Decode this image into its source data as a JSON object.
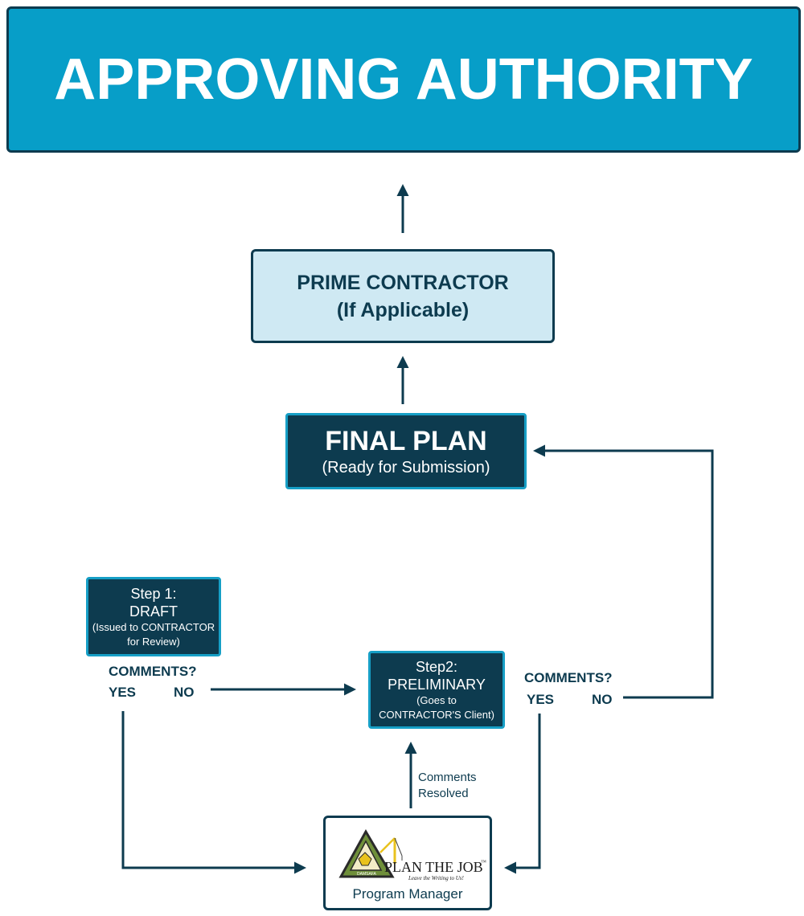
{
  "authority": {
    "title": "APPROVING AUTHORITY"
  },
  "prime": {
    "line1": "PRIME CONTRACTOR",
    "line2": "(If Applicable)"
  },
  "final": {
    "line1": "FINAL PLAN",
    "line2": "(Ready for Submission)"
  },
  "step1": {
    "line1": "Step 1:",
    "line2": "DRAFT",
    "line3": "(Issued to CONTRACTOR",
    "line4": "for Review)"
  },
  "step1_decision": {
    "question": "COMMENTS?",
    "yes": "YES",
    "no": "NO"
  },
  "step2": {
    "line1": "Step2:",
    "line2": "PRELIMINARY",
    "line3": "(Goes to",
    "line4": "CONTRACTOR'S Client)"
  },
  "step2_decision": {
    "question": "COMMENTS?",
    "yes": "YES",
    "no": "NO"
  },
  "resolved": {
    "line1": "Comments",
    "line2": "Resolved"
  },
  "pm": {
    "label": "Program Manager",
    "logo_text": "PLAN THE JOB",
    "logo_tm": "™",
    "logo_tagline": "Leave the Writing to Us!",
    "logo_badge": "DAMSAFA"
  },
  "colors": {
    "accent": "#079ec8",
    "dark": "#0d3b4f",
    "light": "#cfe9f3",
    "logo_gold": "#e9c21d"
  }
}
